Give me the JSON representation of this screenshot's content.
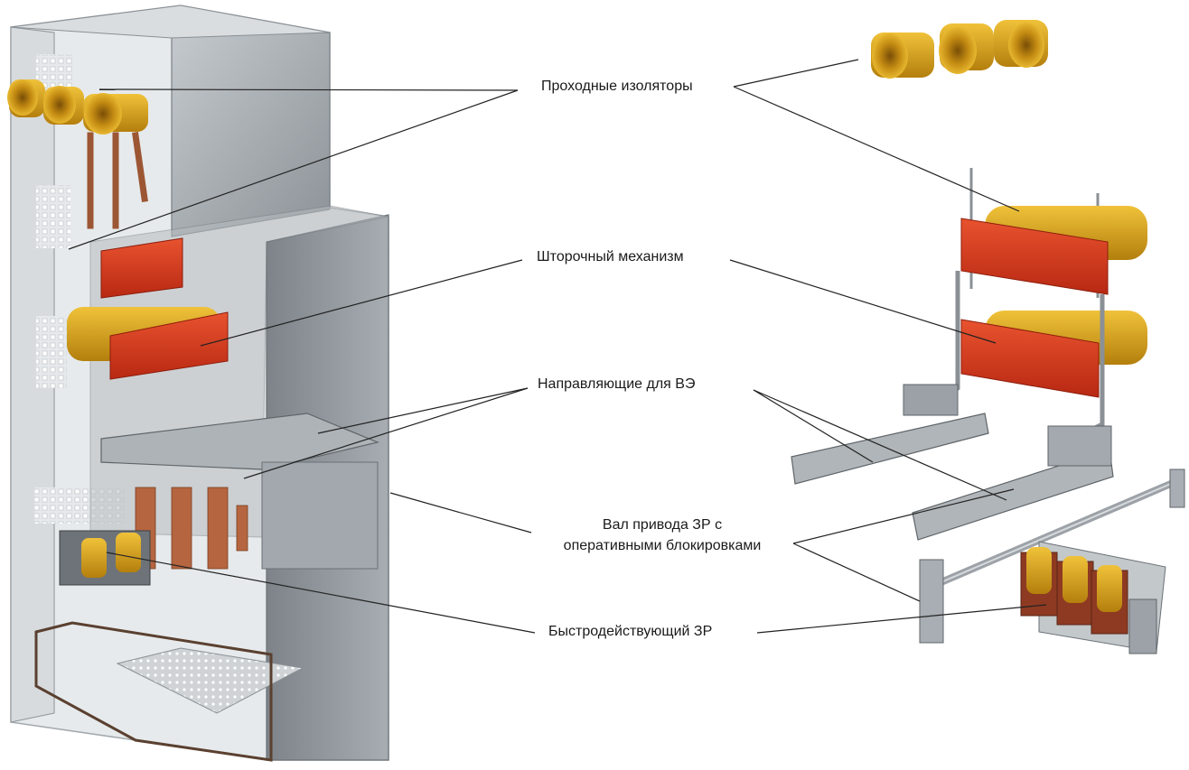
{
  "labels": {
    "bushings": "Проходные изоляторы",
    "shutter": "Шторочный механизм",
    "rails": "Направляющие для ВЭ",
    "shaft_line1": "Вал привода ЗР с",
    "shaft_line2": "оперативными блокировками",
    "earthing_switch": "Быстродействующий ЗР"
  },
  "colors": {
    "steel": "#9aa0a6",
    "steel_dark": "#6f757b",
    "steel_light": "#c9cdd1",
    "glass": "#dfe4e8",
    "copper": "#b5653f",
    "insulator": "#d9a520",
    "insulator_dark": "#a9780e",
    "shutter_red": "#d83a1e",
    "leader": "#222222"
  }
}
